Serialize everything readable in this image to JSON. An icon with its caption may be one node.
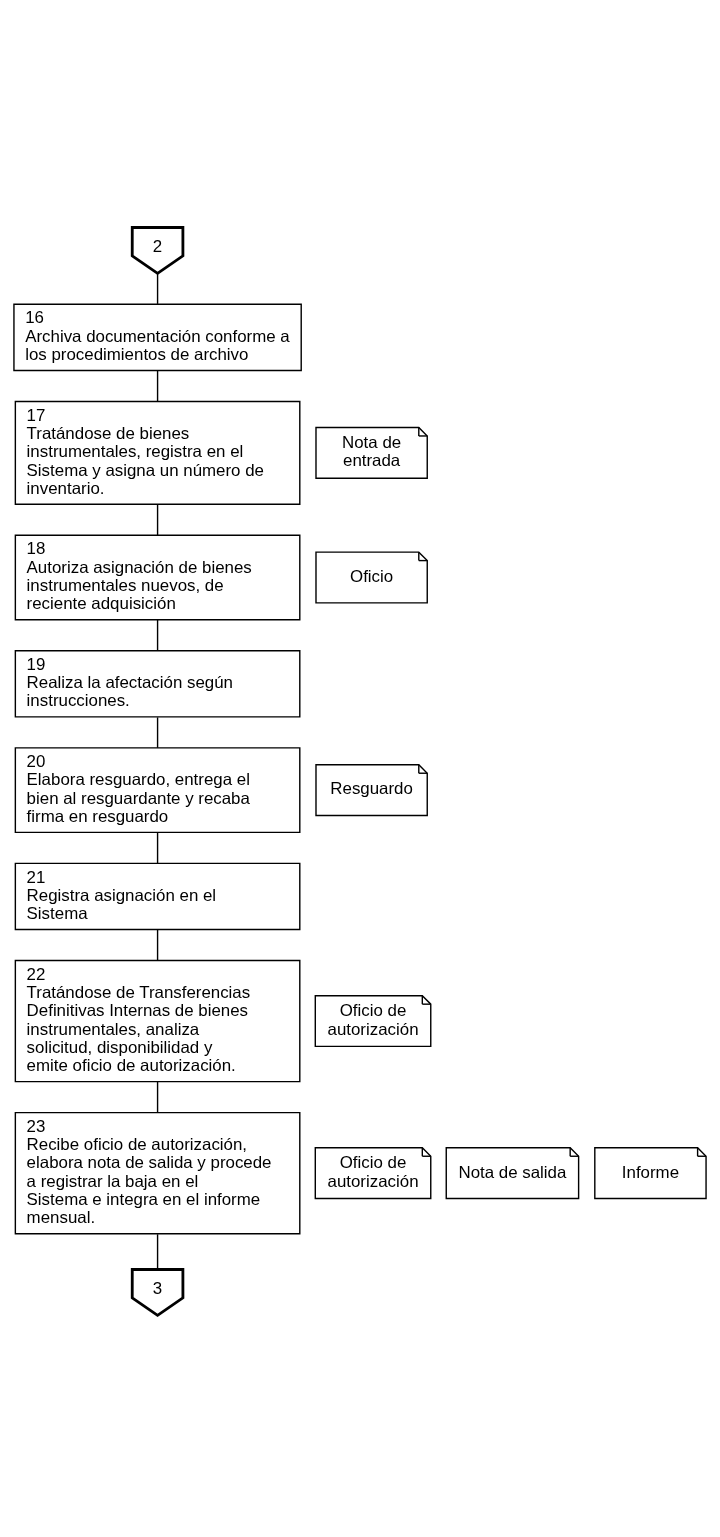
{
  "diagram": {
    "nodes": [
      {
        "text": [
          "2"
        ]
      },
      {
        "text": [
          "16",
          "Archiva documentación conforme a los procedimientos de archivo"
        ]
      },
      {
        "text": [
          "17",
          "Tratándose de bienes instrumentales, registra en el Sistema y asigna un número de inventario."
        ]
      },
      {
        "text": [
          "Nota de entrada"
        ]
      },
      {
        "text": [
          "18",
          "Autoriza asignación de bienes instrumentales nuevos, de reciente adquisición"
        ]
      },
      {
        "text": [
          "Oficio"
        ]
      },
      {
        "text": [
          "19",
          "Realiza la afectación según instrucciones."
        ]
      },
      {
        "text": [
          "20",
          "Elabora resguardo, entrega el bien al resguardante y recaba firma en resguardo"
        ]
      },
      {
        "text": [
          "Resguardo"
        ]
      },
      {
        "text": [
          "21",
          "Registra asignación en el Sistema"
        ]
      },
      {
        "text": [
          "22",
          "Tratándose de Transferencias Definitivas Internas de bienes instrumentales, analiza solicitud, disponibilidad y emite oficio de autorización."
        ]
      },
      {
        "text": [
          "Oficio de autorización"
        ]
      },
      {
        "text": [
          "23",
          "Recibe oficio de autorización, elabora nota de salida y procede a registrar la baja en el Sistema e integra en el informe mensual."
        ]
      },
      {
        "text": [
          "Oficio de autorización"
        ]
      },
      {
        "text": [
          "Nota de salida"
        ]
      },
      {
        "text": [
          "Informe"
        ]
      },
      {
        "text": [
          "3"
        ]
      }
    ],
    "edges": [
      {
        "from": 0,
        "to": 1,
        "arrow": "none"
      },
      {
        "from": 1,
        "to": 2,
        "arrow": "none"
      },
      {
        "from": 2,
        "to": 4,
        "arrow": "none"
      },
      {
        "from": 4,
        "to": 6,
        "arrow": "none"
      },
      {
        "from": 6,
        "to": 7,
        "arrow": "none"
      },
      {
        "from": 7,
        "to": 9,
        "arrow": "none"
      },
      {
        "from": 9,
        "to": 10,
        "arrow": "none"
      },
      {
        "from": 10,
        "to": 12,
        "arrow": "none"
      },
      {
        "from": 12,
        "to": 16,
        "arrow": "none"
      }
    ]
  }
}
